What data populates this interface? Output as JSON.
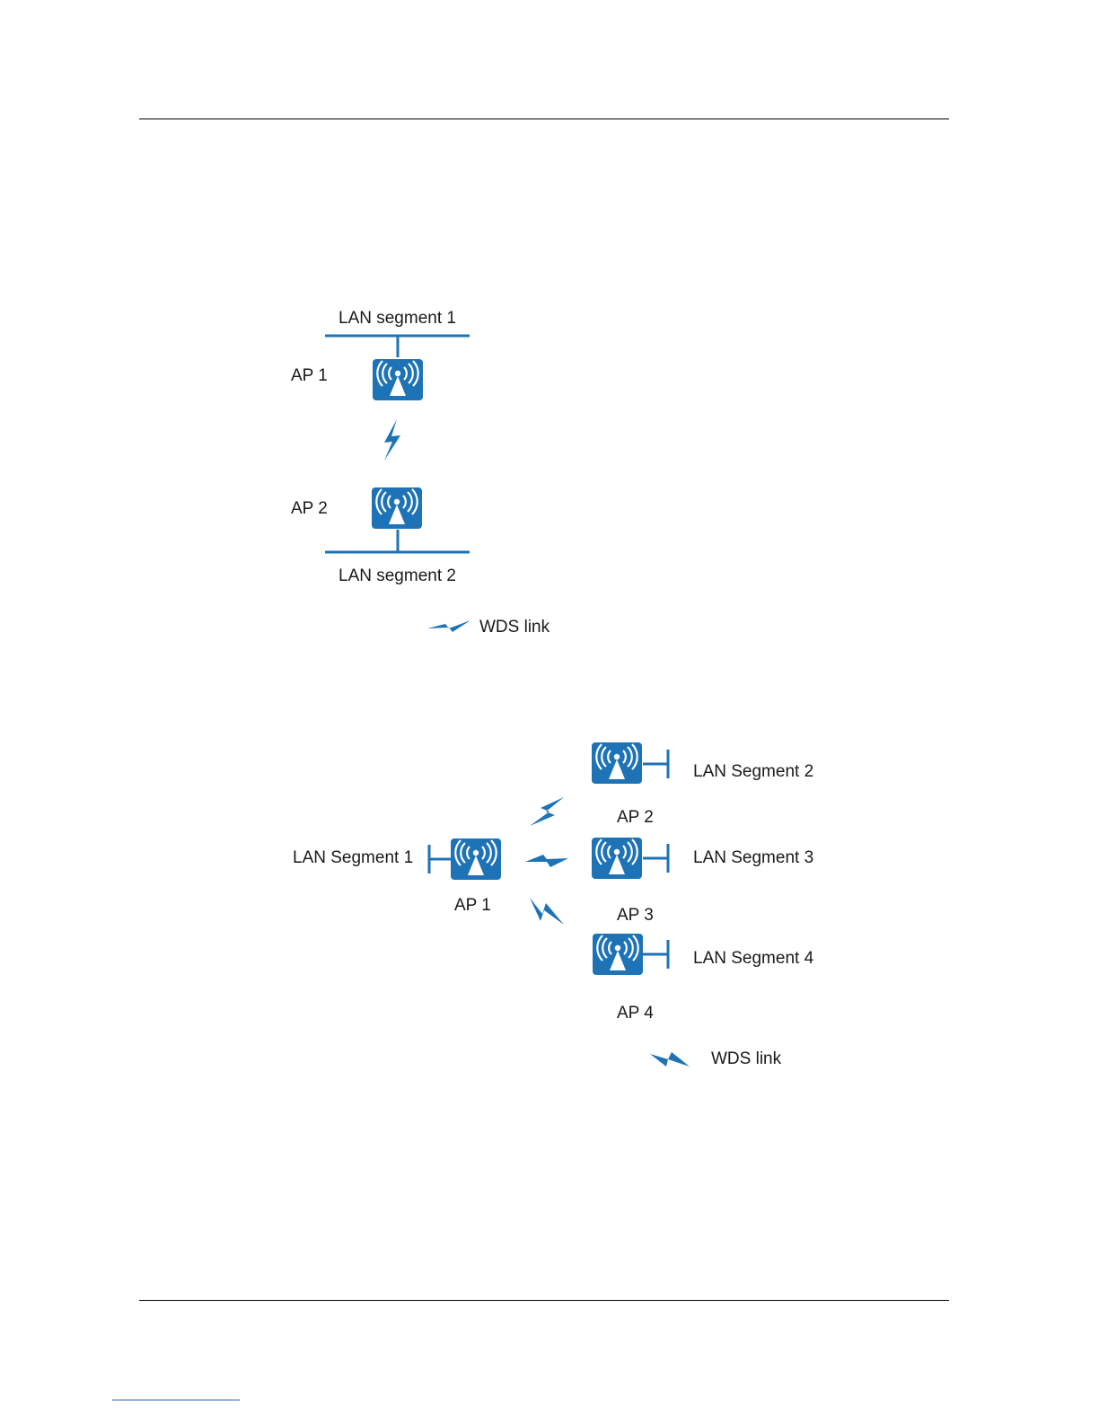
{
  "colors": {
    "accent": "#1d73b6",
    "line": "#1d73b6",
    "text": "#1a1a1a"
  },
  "figure1": {
    "lan_top": "LAN segment 1",
    "lan_bottom": "LAN segment 2",
    "ap1": "AP 1",
    "ap2": "AP 2",
    "legend": "WDS link"
  },
  "figure2": {
    "lan1": "LAN Segment 1",
    "lan2": "LAN Segment 2",
    "lan3": "LAN Segment 3",
    "lan4": "LAN Segment 4",
    "ap1": "AP 1",
    "ap2": "AP 2",
    "ap3": "AP 3",
    "ap4": "AP 4",
    "legend": "WDS link"
  },
  "icons": {
    "access_point": "access-point-icon",
    "wds_link": "wds-link-icon"
  }
}
